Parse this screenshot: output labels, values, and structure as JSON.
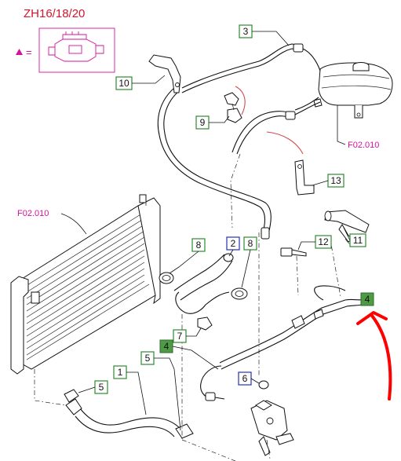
{
  "diagram": {
    "title": "ZH16/18/20",
    "legend": {
      "equals": "="
    },
    "references": [
      {
        "id": "ref-upper",
        "label": "F02.010"
      },
      {
        "id": "ref-left",
        "label": "F02.010"
      }
    ],
    "callouts": [
      {
        "id": "callout-3",
        "label": "3",
        "style": "green"
      },
      {
        "id": "callout-10",
        "label": "10",
        "style": "green"
      },
      {
        "id": "callout-9",
        "label": "9",
        "style": "green"
      },
      {
        "id": "callout-13",
        "label": "13",
        "style": "green"
      },
      {
        "id": "callout-11",
        "label": "11",
        "style": "green"
      },
      {
        "id": "callout-12",
        "label": "12",
        "style": "green"
      },
      {
        "id": "callout-8a",
        "label": "8",
        "style": "green"
      },
      {
        "id": "callout-2",
        "label": "2",
        "style": "blue"
      },
      {
        "id": "callout-8b",
        "label": "8",
        "style": "green"
      },
      {
        "id": "callout-4a",
        "label": "4",
        "style": "filled"
      },
      {
        "id": "callout-7",
        "label": "7",
        "style": "green"
      },
      {
        "id": "callout-4b",
        "label": "4",
        "style": "filled"
      },
      {
        "id": "callout-5a",
        "label": "5",
        "style": "green"
      },
      {
        "id": "callout-6",
        "label": "6",
        "style": "blue"
      },
      {
        "id": "callout-1",
        "label": "1",
        "style": "green"
      },
      {
        "id": "callout-5b",
        "label": "5",
        "style": "green"
      }
    ],
    "colors": {
      "title": "#d1162e",
      "reference": "#d6119a",
      "callout_green": "#2f8a2f",
      "callout_blue": "#2431b5",
      "callout_filled": "#4f9a45",
      "pointer_arrow": "#ff0000"
    },
    "icons": {
      "legend_marker": "triangle-icon",
      "legend_symbol": "engine-icon",
      "pointer": "red-arrow-icon"
    }
  }
}
